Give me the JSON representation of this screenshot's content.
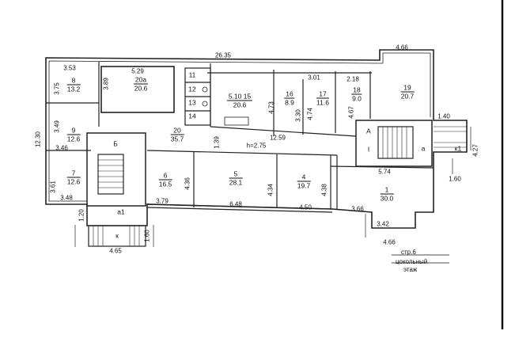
{
  "rooms": [
    {
      "num": "8",
      "area": "13.2"
    },
    {
      "num": "20a",
      "area": "20.6"
    },
    {
      "num": "9",
      "area": "12.6"
    },
    {
      "num": "7",
      "area": "12.6"
    },
    {
      "num": "5.10 15",
      "area": "20.6"
    },
    {
      "num": "16",
      "area": "8.9"
    },
    {
      "num": "17",
      "area": "11.6"
    },
    {
      "num": "18",
      "area": "9.0"
    },
    {
      "num": "19",
      "area": "20.7"
    },
    {
      "num": "20",
      "area": "35.7"
    },
    {
      "num": "6",
      "area": "16.5"
    },
    {
      "num": "5",
      "area": "28.1"
    },
    {
      "num": "4",
      "area": "19.7"
    },
    {
      "num": "1",
      "area": "30.0"
    }
  ],
  "small_rooms": [
    "11",
    "12",
    "13",
    "14"
  ],
  "stair_labels": {
    "b": "Б",
    "a1": "a1",
    "k": "к",
    "a_upper": "A",
    "i": "I",
    "a_lower": "a",
    "k1": "к1"
  },
  "dimensions": {
    "top_total": "26.35",
    "d353": "3.53",
    "d529": "5.29",
    "d466_top": "4.66",
    "d375": "3.75",
    "d389": "3.89",
    "d301": "3.01",
    "d218": "2.18",
    "d473": "4.73",
    "d330": "3.30",
    "d474": "4.74",
    "d467": "4.67",
    "d140": "1.40",
    "d349": "3.49",
    "d346": "3.46",
    "d1230": "12.30",
    "d139": "1.39",
    "h": "h=2.75",
    "d1259": "12.59",
    "d427": "4.27",
    "d574": "5.74",
    "d160_right": "1.60",
    "d361": "3.61",
    "d348": "3.48",
    "d436": "4.36",
    "d434": "4.34",
    "d438": "4.38",
    "d379": "3.79",
    "d648": "6.48",
    "d450": "4.50",
    "d366": "3.66",
    "d342": "3.42",
    "d120": "1.20",
    "d160_left": "1.60",
    "d465": "4.65",
    "d466_bottom": "4.66"
  },
  "page_stamp": {
    "page": "стр.6",
    "floor": "цокольный",
    "floor2": "этаж"
  }
}
